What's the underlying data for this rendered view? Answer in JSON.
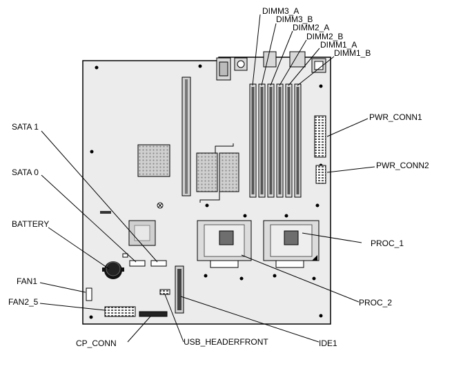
{
  "labels": {
    "dimm3_a": "DIMM3_A",
    "dimm3_b": "DIMM3_B",
    "dimm2_a": "DIMM2_A",
    "dimm2_b": "DIMM2_B",
    "dimm1_a": "DIMM1_A",
    "dimm1_b": "DIMM1_B",
    "pwr_conn1": "PWR_CONN1",
    "pwr_conn2": "PWR_CONN2",
    "sata1": "SATA 1",
    "sata0": "SATA 0",
    "battery": "BATTERY",
    "fan1": "FAN1",
    "fan2_5": "FAN2_5",
    "cp_conn": "CP_CONN",
    "usb_headerfront": "USB_HEADERFRONT",
    "ide1": "IDE1",
    "proc_1": "PROC_1",
    "proc_2": "PROC_2"
  },
  "colors": {
    "board": "#ececec",
    "outline": "#000000",
    "component": "#d4d4d4",
    "dark": "#7a7a7a"
  }
}
